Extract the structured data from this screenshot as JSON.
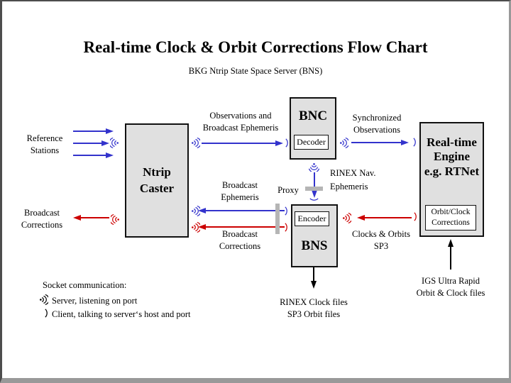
{
  "title": "Real-time Clock & Orbit Corrections Flow Chart",
  "subtitle": "BKG Ntrip State Space Server (BNS)",
  "colors": {
    "arrow_blue": "#3333cc",
    "arrow_red": "#cc0000",
    "box_fill": "#e0e0e0",
    "proxy_bar_gray": "#b5b5b5",
    "frame_dark_gray": "#4d4d4d",
    "frame_light_gray": "#999999"
  },
  "icons": {
    "socket_server": ")))",
    "socket_client": ")"
  },
  "nodes": {
    "caster": {
      "line1": "Ntrip",
      "line2": "Caster"
    },
    "bnc": {
      "title": "BNC",
      "sub": "Decoder"
    },
    "bns": {
      "title": "BNS",
      "sub": "Encoder"
    },
    "engine": {
      "line1": "Real-time",
      "line2": "Engine",
      "line3": "e.g. RTNet",
      "sub_line1": "Orbit/Clock",
      "sub_line2": "Corrections"
    }
  },
  "labels": {
    "reference_stations": {
      "line1": "Reference",
      "line2": "Stations"
    },
    "broadcast_corrections_left": {
      "line1": "Broadcast",
      "line2": "Corrections"
    },
    "observations": {
      "line1": "Observations and",
      "line2": "Broadcast Ephemeris"
    },
    "synchronized": {
      "line1": "Synchronized",
      "line2": "Observations"
    },
    "rinex_nav": {
      "line1": "RINEX Nav.",
      "line2": "Ephemeris"
    },
    "proxy": "Proxy",
    "broadcast_ephemeris_mid": {
      "line1": "Broadcast",
      "line2": "Ephemeris"
    },
    "broadcast_corrections_mid": {
      "line1": "Broadcast",
      "line2": "Corrections"
    },
    "clocks_orbits": {
      "line1": "Clocks & Orbits",
      "line2": "SP3"
    },
    "rinex_clock_files": {
      "line1": "RINEX Clock files",
      "line2": "SP3 Orbit files"
    },
    "igs": {
      "line1": "IGS Ultra Rapid",
      "line2": "Orbit & Clock files"
    }
  },
  "legend": {
    "title": "Socket communication:",
    "server": "Server, listening on port",
    "client": "Client, talking to server‘s host and port"
  }
}
